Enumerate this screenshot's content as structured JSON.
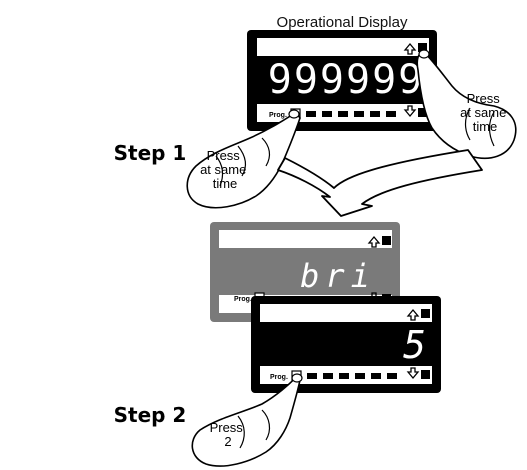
{
  "header": {
    "title": "Operational Display"
  },
  "steps": [
    {
      "label": "Step 1"
    },
    {
      "label": "Step 2"
    }
  ],
  "display1": {
    "readout": "999999",
    "prog_label": "Prog.",
    "up_icon": "up-arrow-icon",
    "down_icon": "down-arrow-icon"
  },
  "display2": {
    "readout": "bri",
    "prog_label": "Prog.",
    "up_icon": "up-arrow-icon",
    "down_icon": "down-arrow-icon"
  },
  "display3": {
    "readout": "5",
    "prog_label": "Prog.",
    "up_icon": "up-arrow-icon",
    "down_icon": "down-arrow-icon"
  },
  "callouts": {
    "press_right": [
      "Press",
      "at same",
      "time"
    ],
    "press_left": [
      "Press",
      "at same",
      "time"
    ],
    "press_2": [
      "Press",
      "2"
    ]
  },
  "colors": {
    "panel_black": "#000000",
    "panel_gray": "#7a7a7a",
    "readout_gray": "#6d6d6d"
  }
}
